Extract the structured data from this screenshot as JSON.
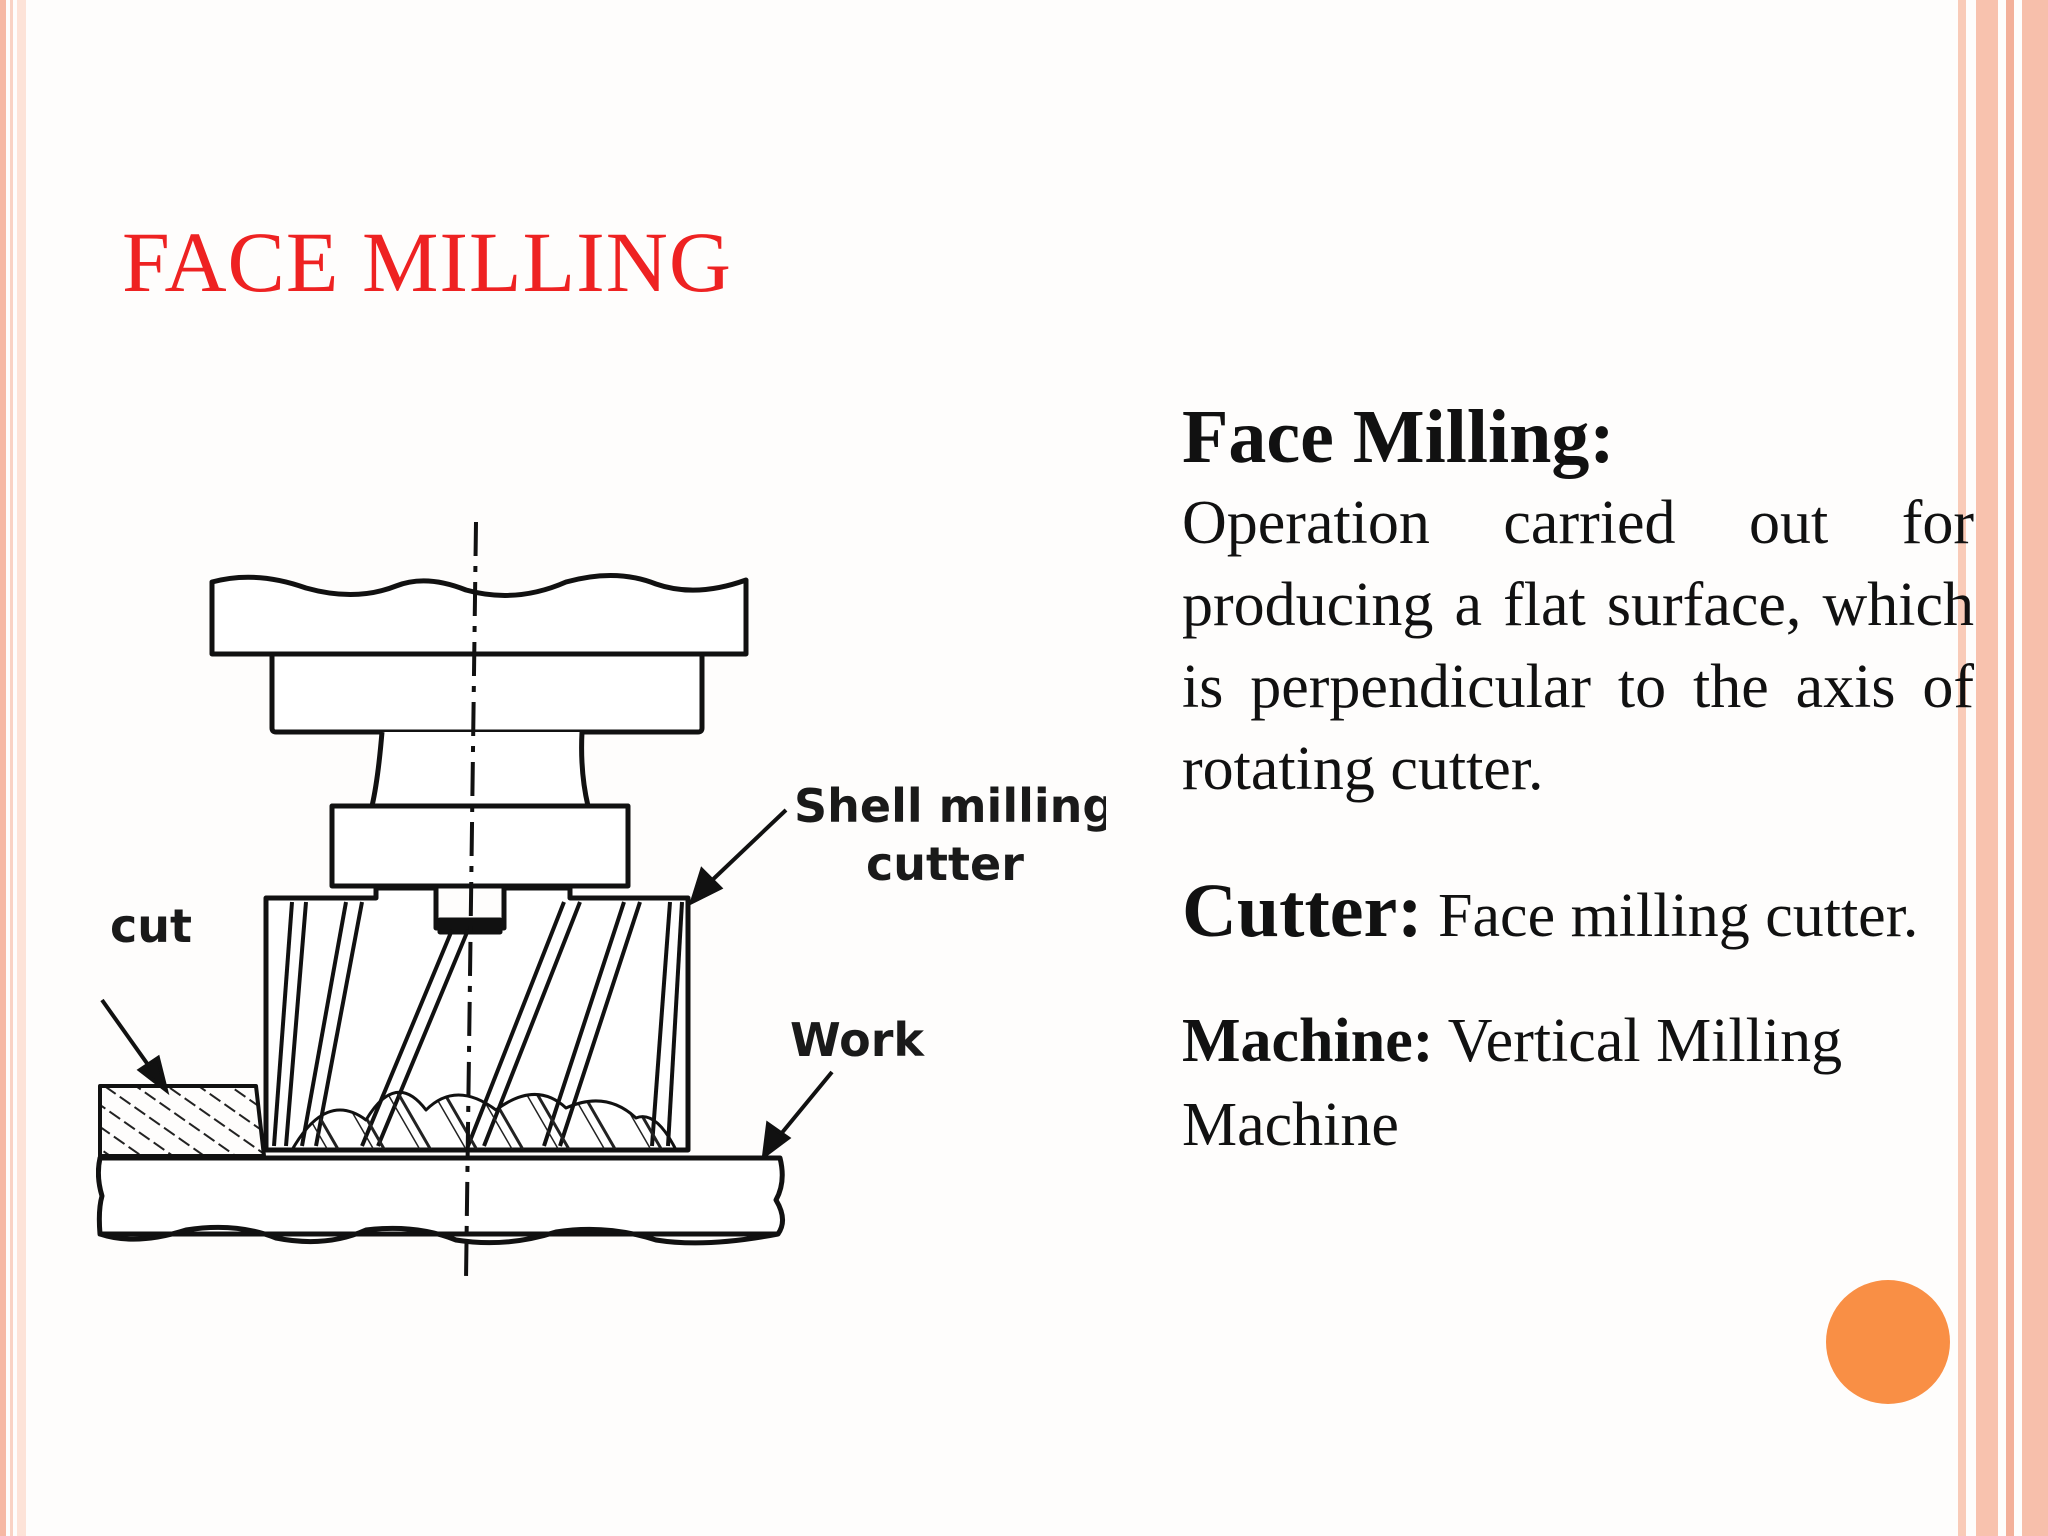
{
  "slide": {
    "title": "FACE MILLING",
    "accent_color": "#ee2222",
    "dot_color": "#f98f45"
  },
  "diagram": {
    "labels": {
      "cutter": [
        "Shell milling",
        "cutter"
      ],
      "work": "Work",
      "cut": "cut"
    }
  },
  "content": {
    "heading": "Face Milling:",
    "description": "Operation carried out for producing a flat surface, which is perpendicular to the axis of rotating cutter.",
    "cutter_label": "Cutter:",
    "cutter_value": "Face milling cutter.",
    "machine_label": "Machine:",
    "machine_value": "Vertical Milling Machine"
  }
}
